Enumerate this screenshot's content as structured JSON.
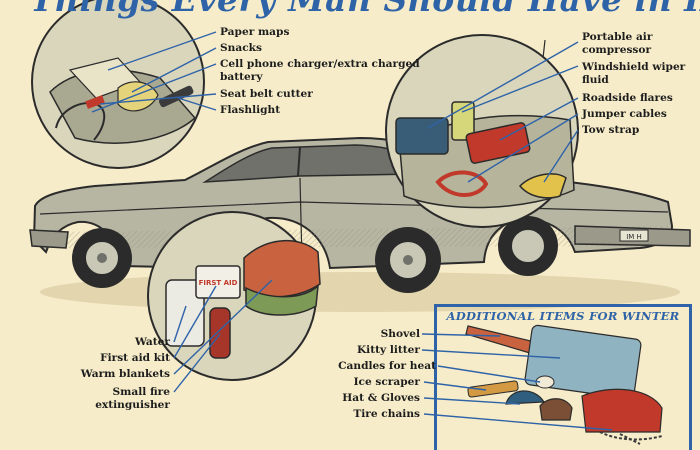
{
  "title": "Things Every Man Should Have in His Car",
  "labels": {
    "paper_maps": "Paper maps",
    "snacks": "Snacks",
    "charger_line1": "Cell phone charger/extra charged",
    "charger_line2": "battery",
    "seat_belt_cutter": "Seat belt cutter",
    "flashlight": "Flashlight",
    "air_compressor_line1": "Portable air",
    "air_compressor_line2": "compressor",
    "wiper_fluid_line1": "Windshield wiper",
    "wiper_fluid_line2": "fluid",
    "roadside_flares": "Roadside flares",
    "jumper_cables": "Jumper cables",
    "tow_strap": "Tow strap",
    "water": "Water",
    "first_aid_kit": "First aid kit",
    "warm_blankets": "Warm blankets",
    "fire_ext_line1": "Small fire",
    "fire_ext_line2": "extinguisher"
  },
  "winter": {
    "heading": "ADDITIONAL ITEMS FOR WINTER",
    "items": {
      "shovel": "Shovel",
      "kitty_litter": "Kitty litter",
      "candles": "Candles for heat",
      "ice_scraper": "Ice scraper",
      "hat_gloves": "Hat & Gloves",
      "tire_chains": "Tire chains"
    }
  },
  "art_text": {
    "first_aid_box": "FIRST AID",
    "license_plate": "IM H"
  },
  "colors": {
    "background": "#f6ecc9",
    "title_blue": "#2f63a8",
    "car_body": "#b7b6a3",
    "leader_line": "#2f63a8",
    "label_text": "#1d1d1d"
  }
}
